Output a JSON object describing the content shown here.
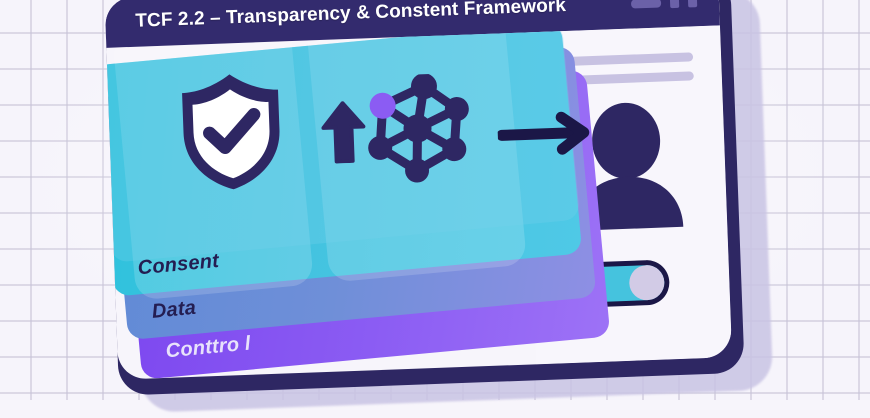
{
  "background": {
    "grid_line_color": "#c6c2d6",
    "page_color": "#f6f4fb"
  },
  "window": {
    "frame_color": "#2e2763",
    "body_color": "#f7f5fb",
    "shadow_color": "#c9c4e4",
    "titlebar": {
      "title": "TCF 2.2 – Transparency & Constent Framework",
      "background_color": "#332b6e",
      "title_color": "#ffffff",
      "controls": [
        {
          "name": "minimize-control",
          "shape": "bar"
        },
        {
          "name": "maximize-control",
          "shape": "square"
        },
        {
          "name": "close-control",
          "shape": "square"
        }
      ],
      "control_color": "#6b61a8"
    }
  },
  "cards": [
    {
      "id": "consent",
      "label": "Consent",
      "color": "#43c3e0",
      "text_color": "#241e52",
      "layer": "top"
    },
    {
      "id": "data",
      "label": "Data",
      "color": "#6f8fd8",
      "text_color": "#241e52",
      "layer": "middle"
    },
    {
      "id": "control",
      "label": "Conttro l",
      "color": "#8b5cf3",
      "text_color": "#e8e2fb",
      "layer": "bottom"
    }
  ],
  "icons": {
    "shield": {
      "name": "shield-check-icon",
      "outline_color": "#2e2763",
      "fill_color": "#ffffff",
      "check_color": "#2e2763"
    },
    "up_arrow": {
      "name": "arrow-up-icon",
      "color": "#2e2763"
    },
    "network": {
      "name": "network-graph-icon",
      "node_color": "#2e2763",
      "highlight_node_color": "#8b5cf3",
      "node_count": 7
    },
    "right_arrow": {
      "name": "arrow-right-icon",
      "color": "#1b1747"
    },
    "lock_watermark": {
      "name": "lock-watermark-icon",
      "color": "#2b3f7a",
      "opacity": "0.22"
    }
  },
  "right_panel": {
    "background_color": "#f8f6fc",
    "placeholder_bars": [
      {
        "name": "placeholder-bar-1",
        "color": "#c8c2e2"
      },
      {
        "name": "placeholder-bar-2",
        "color": "#c8c2e2"
      }
    ],
    "avatar": {
      "name": "user-avatar-icon",
      "color": "#2e2763"
    },
    "toggle": {
      "name": "consent-toggle",
      "state": "on",
      "border_color": "#1b1747",
      "track_color": "#45c3de",
      "knob_color": "#d2cbe6"
    }
  }
}
